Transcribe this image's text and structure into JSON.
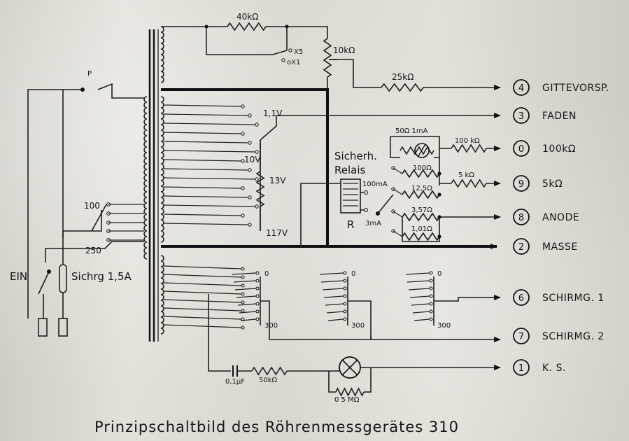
{
  "caption": "Prinzipschaltbild des Röhrenmessgerätes 310",
  "outputs": [
    {
      "num": "4",
      "label": "GITTEVORSP."
    },
    {
      "num": "3",
      "label": "FADEN"
    },
    {
      "num": "0",
      "label": "100kΩ"
    },
    {
      "num": "9",
      "label": "5kΩ"
    },
    {
      "num": "8",
      "label": "ANODE"
    },
    {
      "num": "2",
      "label": "MASSE"
    },
    {
      "num": "6",
      "label": "SCHIRMG. 1"
    },
    {
      "num": "7",
      "label": "SCHIRMG. 2"
    },
    {
      "num": "1",
      "label": "K. S."
    }
  ],
  "components": {
    "r40k": "40kΩ",
    "r10k": "10kΩ",
    "x5": "X5",
    "x1": "oX1",
    "r25k": "25kΩ",
    "v11": "1,1V",
    "v10": "10V",
    "v13": "13V",
    "v117": "117V",
    "tap100": "100",
    "tap250": "250",
    "ein": "EIN",
    "fuse": "Sichrg 1,5A",
    "relay1": "Sicherh.",
    "relay2": "Relais",
    "r_label": "R",
    "ma100": "100mA",
    "ma3": "3mA",
    "meter": "50Ω 1mA",
    "r100": "100Ω",
    "r125": "12,5Ω",
    "r357": "3,57Ω",
    "r101": "1,01Ω",
    "r100k": "100 kΩ",
    "r5k": "5 kΩ",
    "s0a": "0",
    "s0b": "0",
    "s0c": "0",
    "s300a": "300",
    "s300b": "300",
    "s300c": "300",
    "cap": "0,1μF",
    "r50k": "50kΩ",
    "r05m": "0 5 MΩ",
    "switch_p": "P"
  },
  "colors": {
    "ink": "#1d1d1d",
    "paper": "#d9d6cf"
  }
}
